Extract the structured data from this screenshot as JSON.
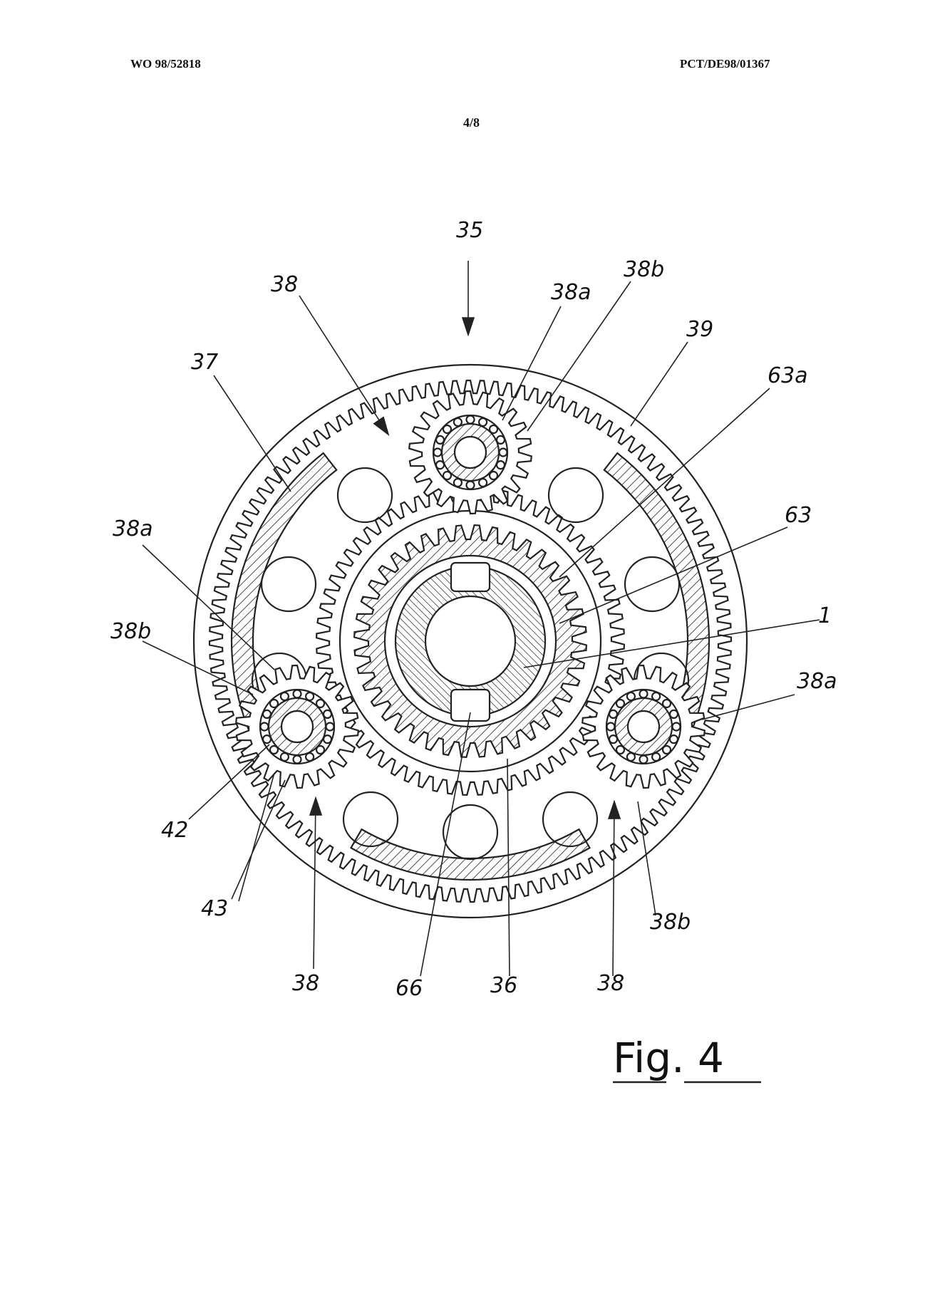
{
  "header": {
    "left": "WO 98/52818",
    "right": "PCT/DE98/01367",
    "sheet": "4/8"
  },
  "figure_caption": "Fig. 4",
  "labels": {
    "l35": "35",
    "l38_top": "38",
    "l38a_top": "38a",
    "l38b_top": "38b",
    "l39": "39",
    "l63a": "63a",
    "l37": "37",
    "l63": "63",
    "l38a_left": "38a",
    "l1": "1",
    "l38b_left": "38b",
    "l38a_right": "38a",
    "l42": "42",
    "l43": "43",
    "l38b_bottom": "38b",
    "l38_bl": "38",
    "l66": "66",
    "l36": "36",
    "l38_br": "38"
  }
}
